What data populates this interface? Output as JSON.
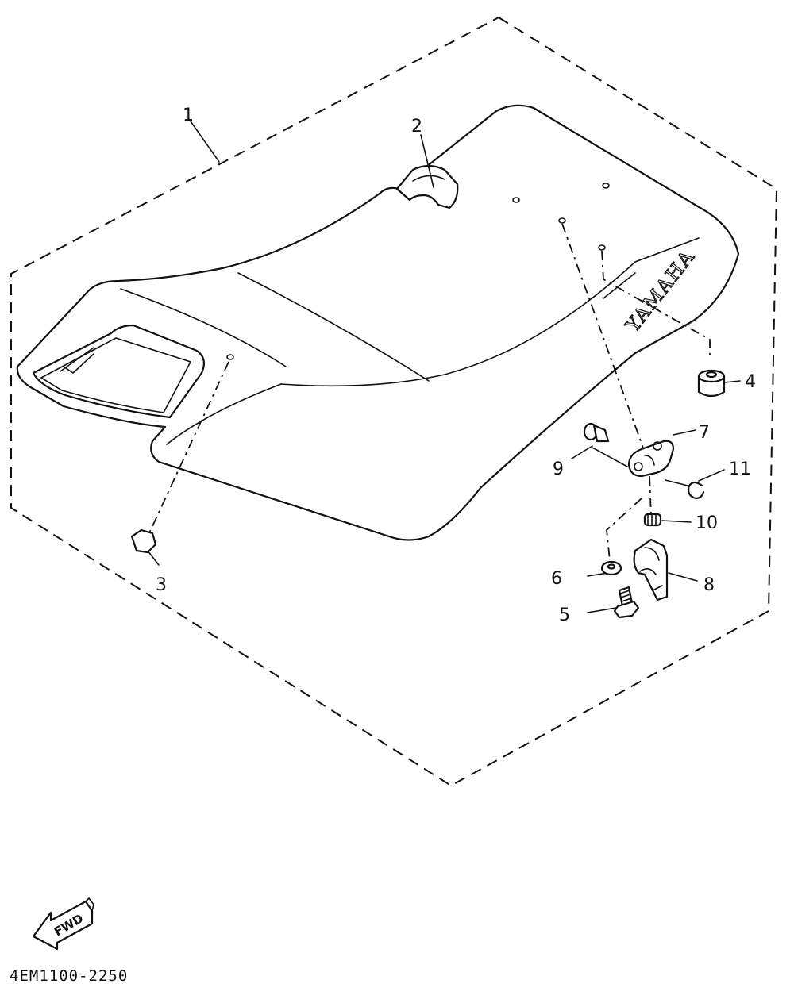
{
  "diagram": {
    "brand_text": "YAMAHA",
    "callouts": [
      "1",
      "2",
      "3",
      "4",
      "5",
      "6",
      "7",
      "8",
      "9",
      "10",
      "11"
    ],
    "direction_label": "FWD",
    "reference_code": "4EM1100-2250"
  }
}
